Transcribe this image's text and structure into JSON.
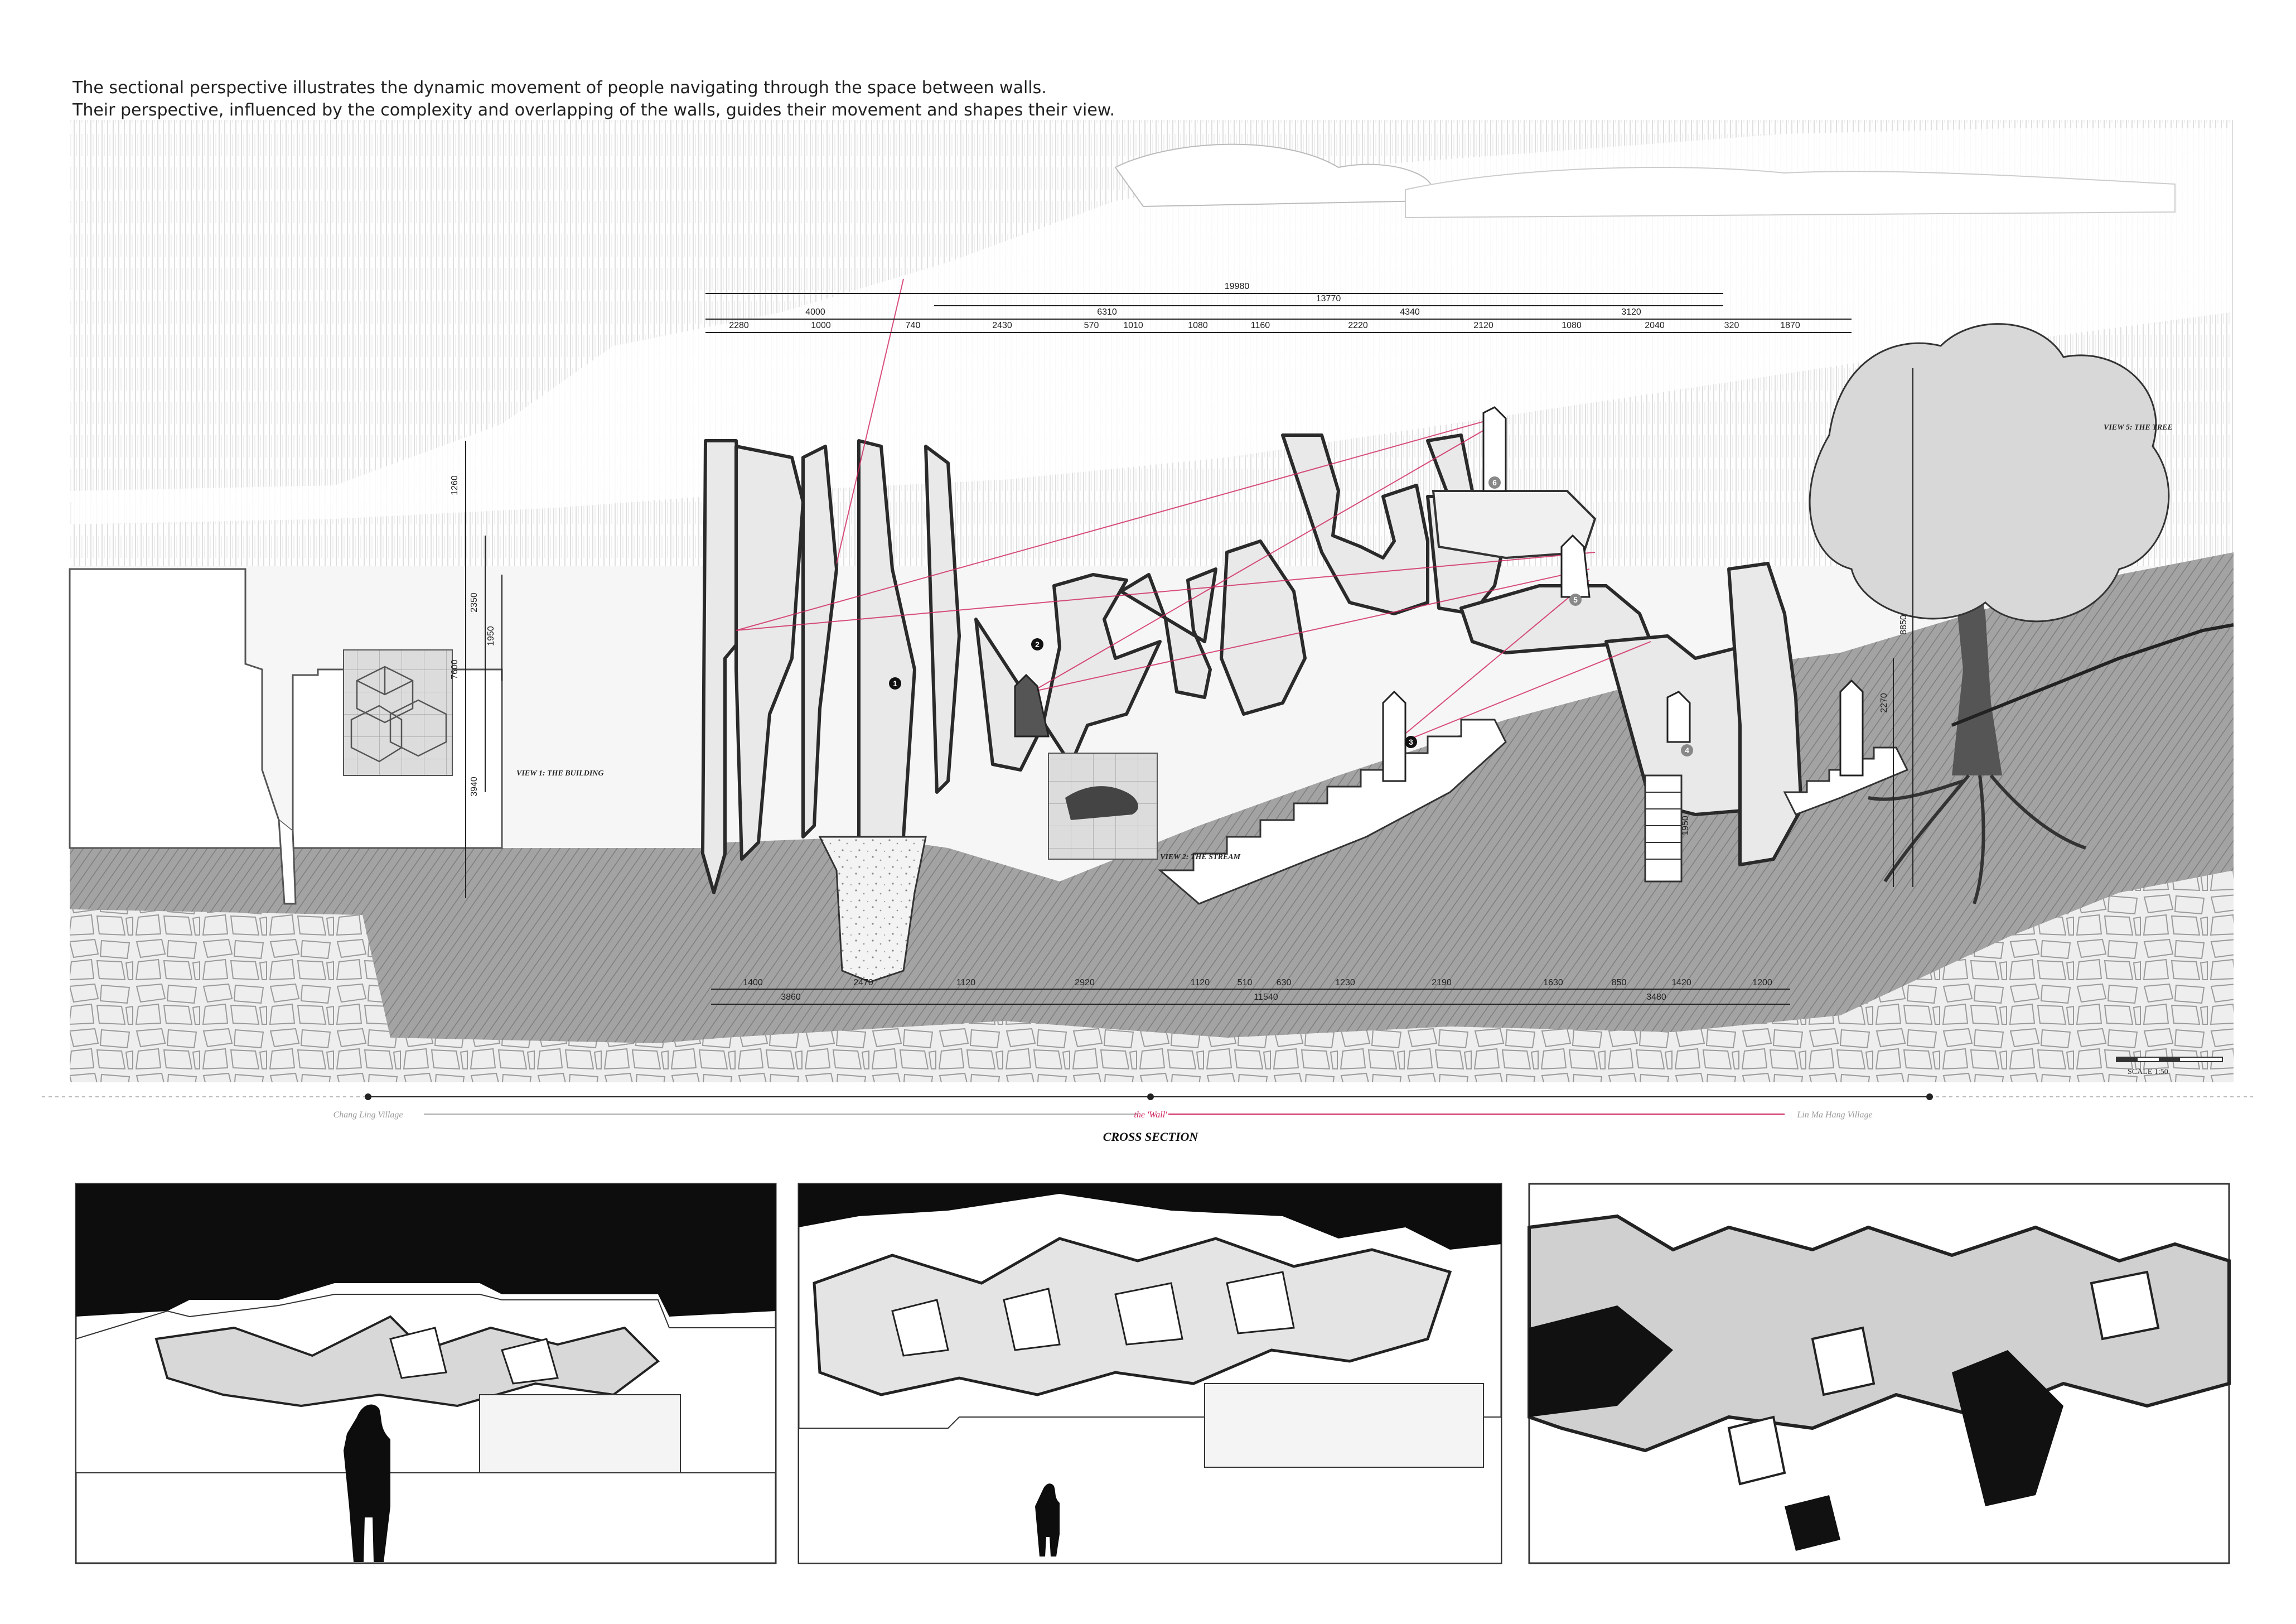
{
  "description_lines": [
    "The sectional perspective illustrates the dynamic movement of people navigating through the space between walls.",
    "Their perspective, influenced by the complexity and overlapping of the walls, guides their movement and shapes their view."
  ],
  "dimensions": {
    "top_overall": "19980",
    "top_second": "13770",
    "top_mid": [
      "4000",
      "6310",
      "4340",
      "3120"
    ],
    "top_row": [
      "2280",
      "1000",
      "740",
      "2430",
      "570",
      "1010",
      "1080",
      "1160",
      "2220",
      "2120",
      "1080",
      "2040",
      "320",
      "1870"
    ],
    "left_vertical": [
      "1260",
      "2350",
      "1950",
      "7600",
      "3940"
    ],
    "right_vertical": [
      "8850",
      "2270",
      "1950"
    ],
    "bottom_row": [
      "1400",
      "2470",
      "1120",
      "2920",
      "1120",
      "510",
      "630",
      "1230",
      "2190",
      "1630",
      "850",
      "1420",
      "1200"
    ],
    "bottom_second": [
      "3860",
      "11540",
      "3480"
    ]
  },
  "view_markers": [
    "1",
    "2",
    "3",
    "4",
    "5",
    "6"
  ],
  "view_labels": {
    "building": "VIEW 1: THE BUILDING",
    "stream": "VIEW 2: THE STREAM",
    "tree": "VIEW 5: THE TREE"
  },
  "section_line": {
    "left_village": "Chang Ling Village",
    "center": "the 'Wall'",
    "right_village": "Lin Ma Hang Village"
  },
  "section_title": "CROSS SECTION",
  "scale_label": "SCALE 1:50",
  "colors": {
    "accent": "#d0245e",
    "ground": "#9a9a9a",
    "ink": "#1a1a1a"
  },
  "perspective_views": [
    {
      "name": "perspective-view-1"
    },
    {
      "name": "perspective-view-2"
    },
    {
      "name": "perspective-view-3"
    }
  ]
}
